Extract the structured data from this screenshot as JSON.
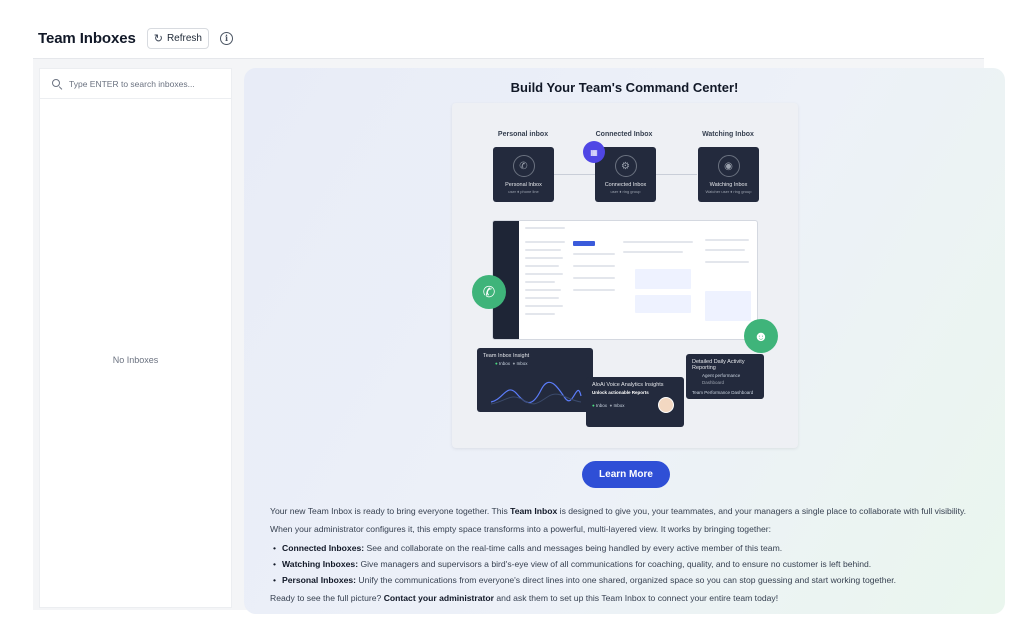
{
  "header": {
    "title": "Team Inboxes",
    "refresh_label": "Refresh",
    "refresh_icon": "↻",
    "info_icon": "i"
  },
  "sidebar": {
    "search_placeholder": "Type ENTER to search inboxes...",
    "empty_text": "No Inboxes"
  },
  "promo": {
    "title": "Build Your Team's Command Center!",
    "learn_more_label": "Learn More",
    "illustration": {
      "col_personal": "Personal inbox",
      "col_connected": "Connected Inbox",
      "col_watching": "Watching Inbox",
      "card_personal": "Personal Inbox",
      "card_personal_sub": "user ♦ phone line",
      "card_connected": "Connected Inbox",
      "card_connected_sub": "user ♦ ring group",
      "card_watching": "Watching Inbox",
      "card_watching_sub": "Watcher user ♦ ring group",
      "insight_title": "Team Inbox Insight",
      "insight_legend_a": "Inbox",
      "insight_legend_b": "Inbox",
      "voice_title": "AloAi Voice Analytics Insights",
      "voice_sub": "Unlock actionable Reports",
      "voice_chip_a": "Inbox",
      "voice_chip_b": "Inbox",
      "report_title": "Detailed Daily Activity Reporting",
      "report_agent": "Agent performance",
      "report_agent_sub": "Dashboard",
      "report_team": "Team Performance Dashboard"
    },
    "intro_1_pre": "Your new Team Inbox is ready to bring everyone together. This ",
    "intro_1_bold": "Team Inbox",
    "intro_1_post": " is designed to give you, your teammates, and your managers a single place to collaborate with full visibility.",
    "intro_2": "When your administrator configures it, this empty space transforms into a powerful, multi-layered view. It works by bringing together:",
    "bullets": [
      {
        "label": "Connected Inboxes:",
        "text": " See and collaborate on the real-time calls and messages being handled by every active member of this team."
      },
      {
        "label": "Watching Inboxes:",
        "text": " Give managers and supervisors a bird's-eye view of all communications for coaching, quality, and to ensure no customer is left behind."
      },
      {
        "label": "Personal Inboxes:",
        "text": " Unify the communications from everyone's direct lines into one shared, organized space so you can stop guessing and start working together."
      }
    ],
    "cta_pre": "Ready to see the full picture? ",
    "cta_bold": "Contact your administrator",
    "cta_post": " and ask them to set up this Team Inbox to connect your entire team today!"
  }
}
